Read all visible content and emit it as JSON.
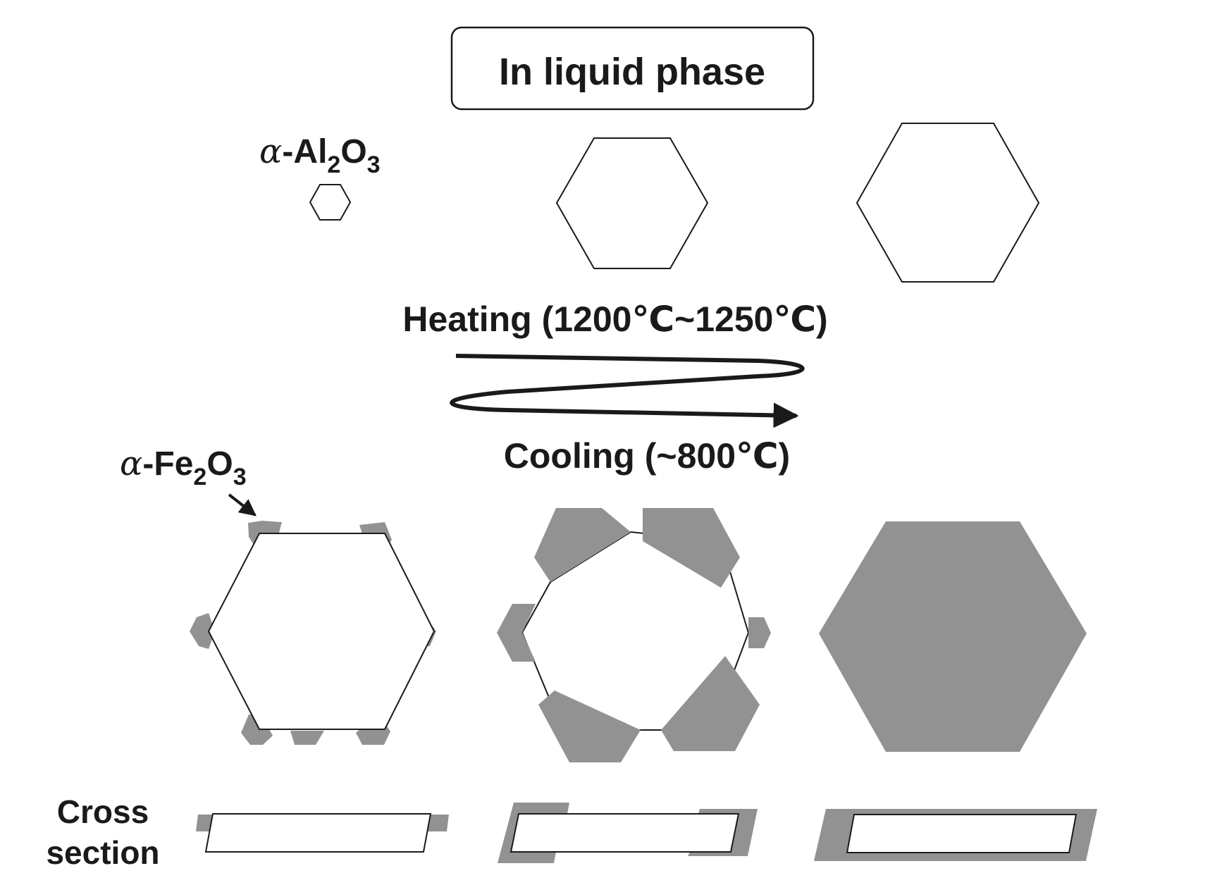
{
  "title": "In liquid phase",
  "alumina_label": {
    "greek": "α",
    "rest": "-Al",
    "sub1": "2",
    "mid": "O",
    "sub2": "3"
  },
  "hematite_label": {
    "greek": "α",
    "rest": "-Fe",
    "sub1": "2",
    "mid": "O",
    "sub2": "3"
  },
  "heating_label": "Heating (1200℃~1250℃)",
  "cooling_label": "Cooling (~800℃)",
  "cross_section_label_line1": "Cross",
  "cross_section_label_line2": "section",
  "colors": {
    "outline": "#1a1a1a",
    "oxide": "#939292",
    "background": "#ffffff"
  }
}
